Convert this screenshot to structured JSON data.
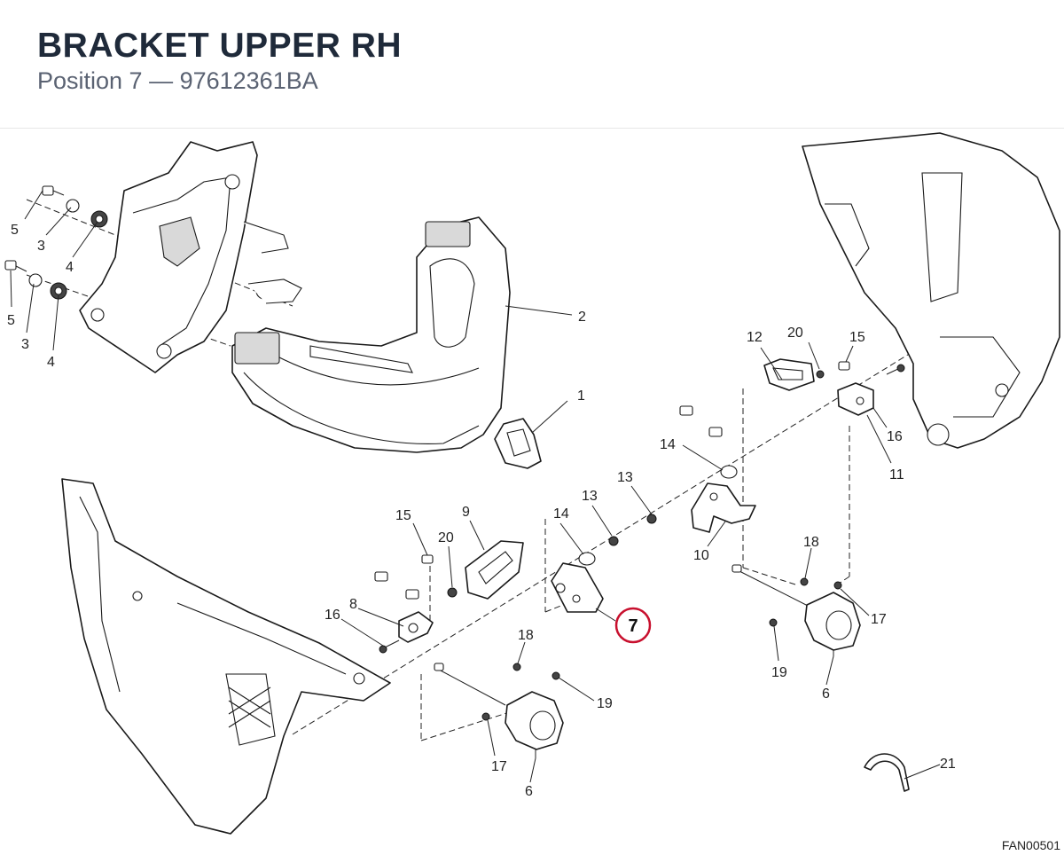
{
  "header": {
    "title": "BRACKET UPPER RH",
    "subtitle": "Position 7 — 97612361BA"
  },
  "diagram": {
    "code": "FAN00501",
    "highlight_label": "7",
    "highlight_color": "#c8102e",
    "callouts": [
      "5",
      "3",
      "4",
      "5",
      "3",
      "4",
      "2",
      "1",
      "12",
      "20",
      "15",
      "16",
      "11",
      "14",
      "13",
      "10",
      "9",
      "15",
      "20",
      "14",
      "13",
      "8",
      "16",
      "18",
      "17",
      "19",
      "6",
      "18",
      "19",
      "17",
      "6",
      "21"
    ]
  }
}
